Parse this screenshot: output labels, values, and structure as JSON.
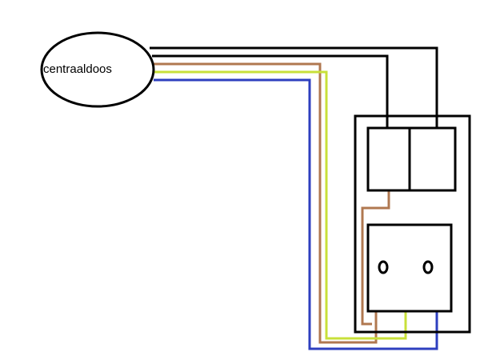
{
  "diagram": {
    "junction_box": {
      "label": "centraaldoos"
    },
    "wires": [
      {
        "id": "black-1",
        "color": "#000000"
      },
      {
        "id": "black-2",
        "color": "#000000"
      },
      {
        "id": "brown",
        "color": "#b07850"
      },
      {
        "id": "green-yellow",
        "color": "#c8e03a"
      },
      {
        "id": "blue",
        "color": "#2e3fbf"
      }
    ],
    "colors": {
      "outline": "#000000",
      "background": "#ffffff"
    },
    "parts": [
      {
        "name": "switch-left"
      },
      {
        "name": "switch-right"
      },
      {
        "name": "socket"
      }
    ]
  }
}
